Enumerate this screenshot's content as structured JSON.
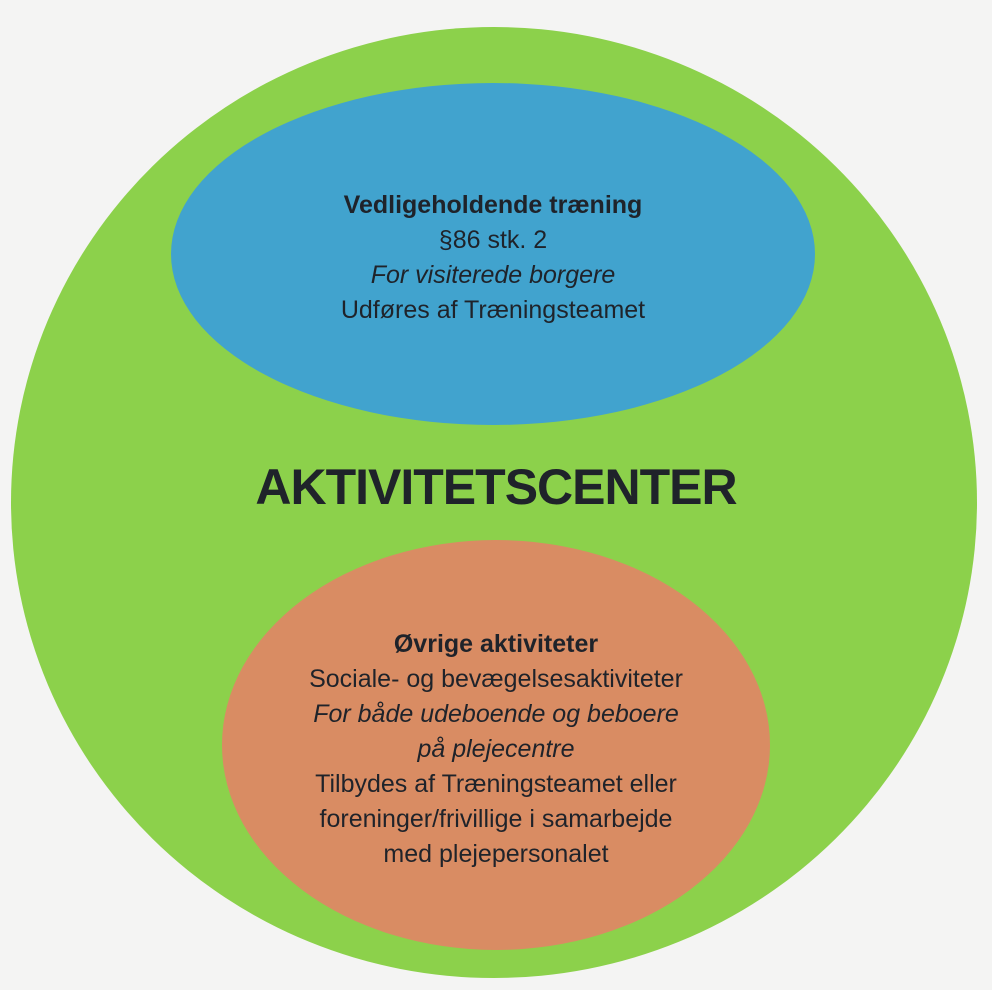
{
  "title": "AKTIVITETSCENTER",
  "colors": {
    "background": "#F4F4F3",
    "outer_circle": "#8CD14B",
    "top_ellipse": "#41A3CE",
    "bottom_ellipse": "#D98C63",
    "text": "#1F232A"
  },
  "top_ellipse": {
    "lines": [
      {
        "text": "Vedligeholdende træning",
        "style": "bold"
      },
      {
        "text": "§86 stk. 2",
        "style": "regular"
      },
      {
        "text": "For visiterede borgere",
        "style": "italic"
      },
      {
        "text": "Udføres af Træningsteamet",
        "style": "regular"
      }
    ]
  },
  "bottom_ellipse": {
    "lines": [
      {
        "text": "Øvrige aktiviteter",
        "style": "bold"
      },
      {
        "text": "Sociale- og bevægelsesaktiviteter",
        "style": "regular"
      },
      {
        "text": "For både udeboende og beboere",
        "style": "italic"
      },
      {
        "text": "på plejecentre",
        "style": "italic"
      },
      {
        "text": "Tilbydes af Træningsteamet eller",
        "style": "regular"
      },
      {
        "text": "foreninger/frivillige i samarbejde",
        "style": "regular"
      },
      {
        "text": "med plejepersonalet",
        "style": "regular"
      }
    ]
  }
}
